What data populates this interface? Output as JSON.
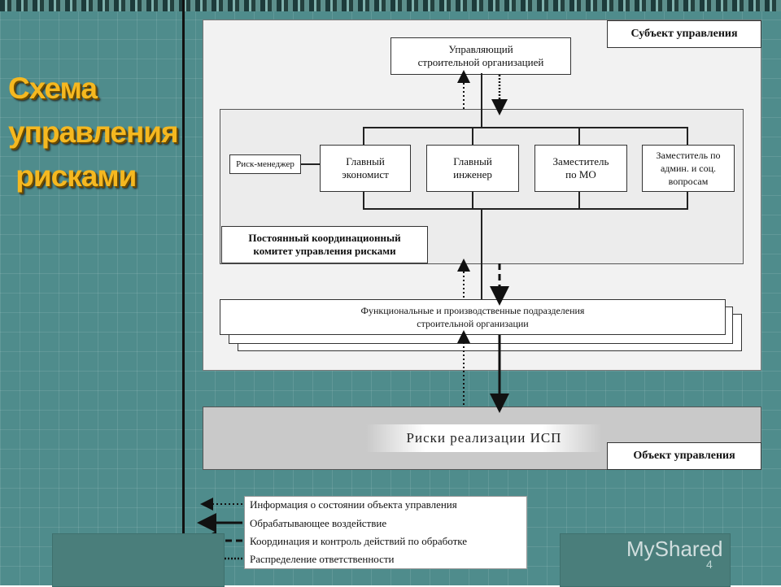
{
  "slide": {
    "title": "Схема\nуправления\n рисками",
    "page_number": "4",
    "watermark": "MyShared"
  },
  "diagram": {
    "subject_label": "Субъект управления",
    "manager": "Управляющий\nстроительной организацией",
    "risk_manager": "Риск-менеджер",
    "roles": [
      "Главный\nэкономист",
      "Главный\nинженер",
      "Заместитель\nпо МО",
      "Заместитель по\nадмин. и соц.\nвопросам"
    ],
    "committee": "Постоянный координационный\nкомитет управления рисками",
    "departments": "Функциональные и производственные подразделения\nстроительной организации",
    "risks": "Риски реализации ИСП",
    "object_label": "Объект управления"
  },
  "legend": [
    {
      "style": "dotted",
      "label": "Информация о состоянии объекта управления"
    },
    {
      "style": "solid",
      "label": "Обрабатывающее воздействие"
    },
    {
      "style": "dashed",
      "label": "Координация и контроль действий по обработке"
    },
    {
      "style": "dense-dotted",
      "label": "Распределение ответственности"
    }
  ],
  "colors": {
    "background": "#4f8c8c",
    "title": "#f5b820"
  }
}
